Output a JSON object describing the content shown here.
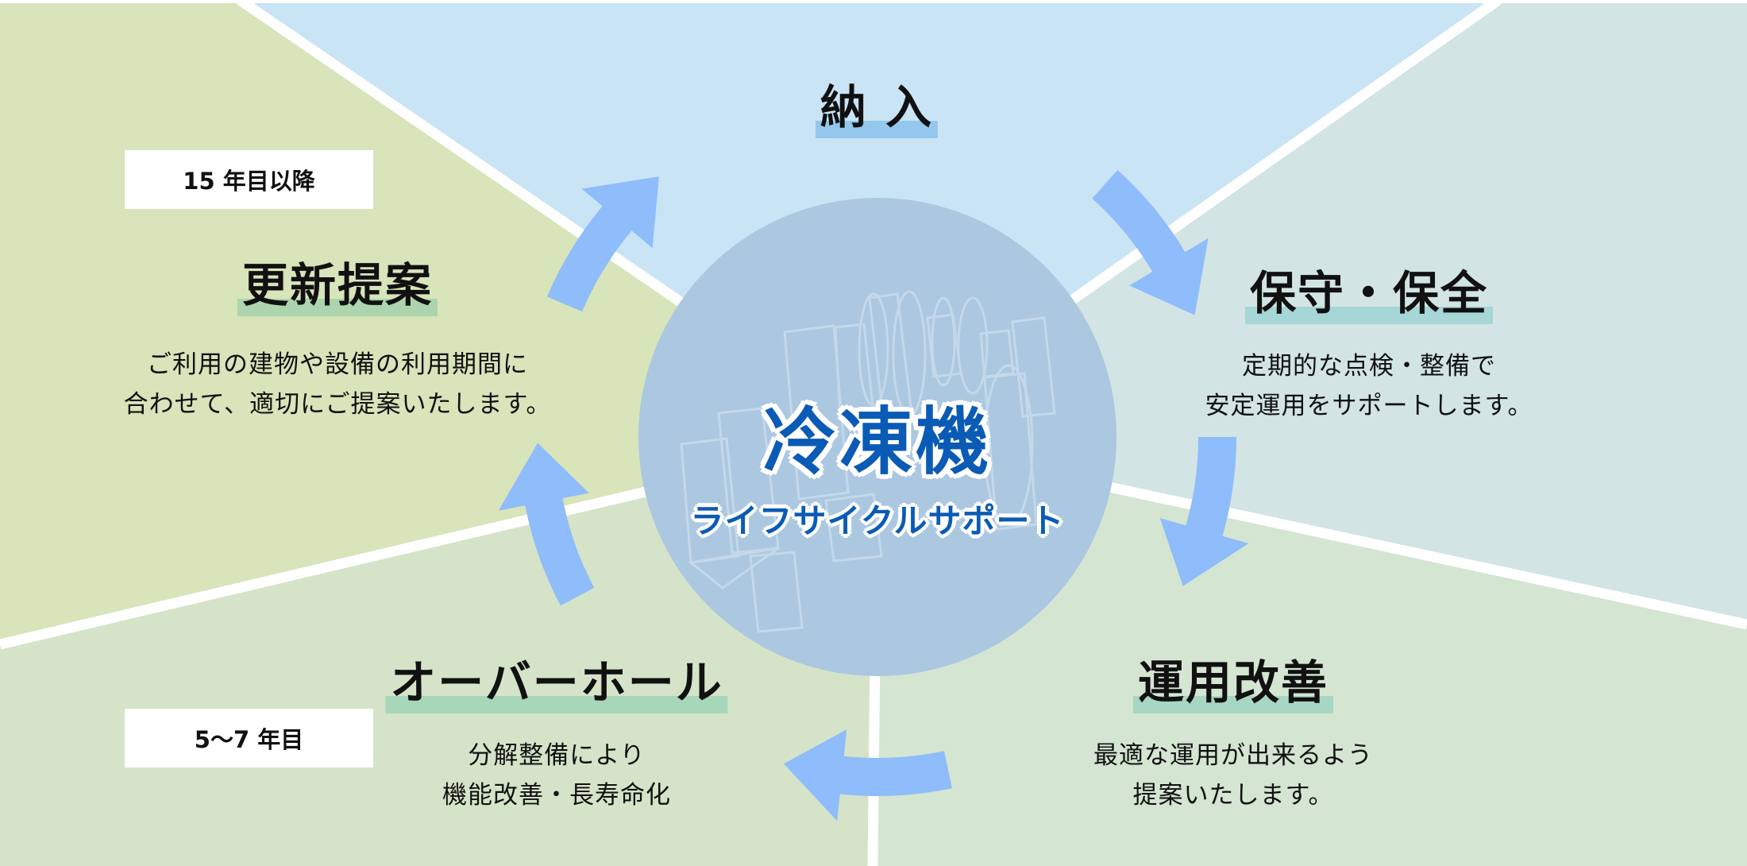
{
  "colors": {
    "top_region": "#c9e4f5",
    "left_region": "#d8e4ba",
    "right_region": "#d2e4e4",
    "bottom_right_region": "#d4e5d2",
    "bottom_left_region": "#d5e4c8",
    "circle": "#abc8e0",
    "arrow": "#8fbcfa",
    "title": "#0a5bb5"
  },
  "center": {
    "title": "冷凍機",
    "subtitle": "ライフサイクルサポート",
    "icon": "refrigerator-machine-icon"
  },
  "stages": {
    "delivery": {
      "heading": "納 入",
      "bar_color": "#93c8ec"
    },
    "maintenance": {
      "heading": "保守・保全",
      "bar_color": "#a6d6d6",
      "lines": [
        "定期的な点検・整備で",
        "安定運用をサポートします。"
      ]
    },
    "improvement": {
      "heading": "運用改善",
      "bar_color": "#a8d6c4",
      "lines": [
        "最適な運用が出来るよう",
        "提案いたします。"
      ]
    },
    "overhaul": {
      "heading": "オーバーホール",
      "bar_color": "#a8d6b8",
      "badge": "5〜7 年目",
      "lines": [
        "分解整備により",
        "機能改善・長寿命化"
      ]
    },
    "renewal": {
      "heading": "更新提案",
      "bar_color": "#acd5ae",
      "badge": "15 年目以降",
      "lines": [
        "ご利用の建物や設備の利用期間に",
        "合わせて、適切にご提案いたします。"
      ]
    }
  }
}
